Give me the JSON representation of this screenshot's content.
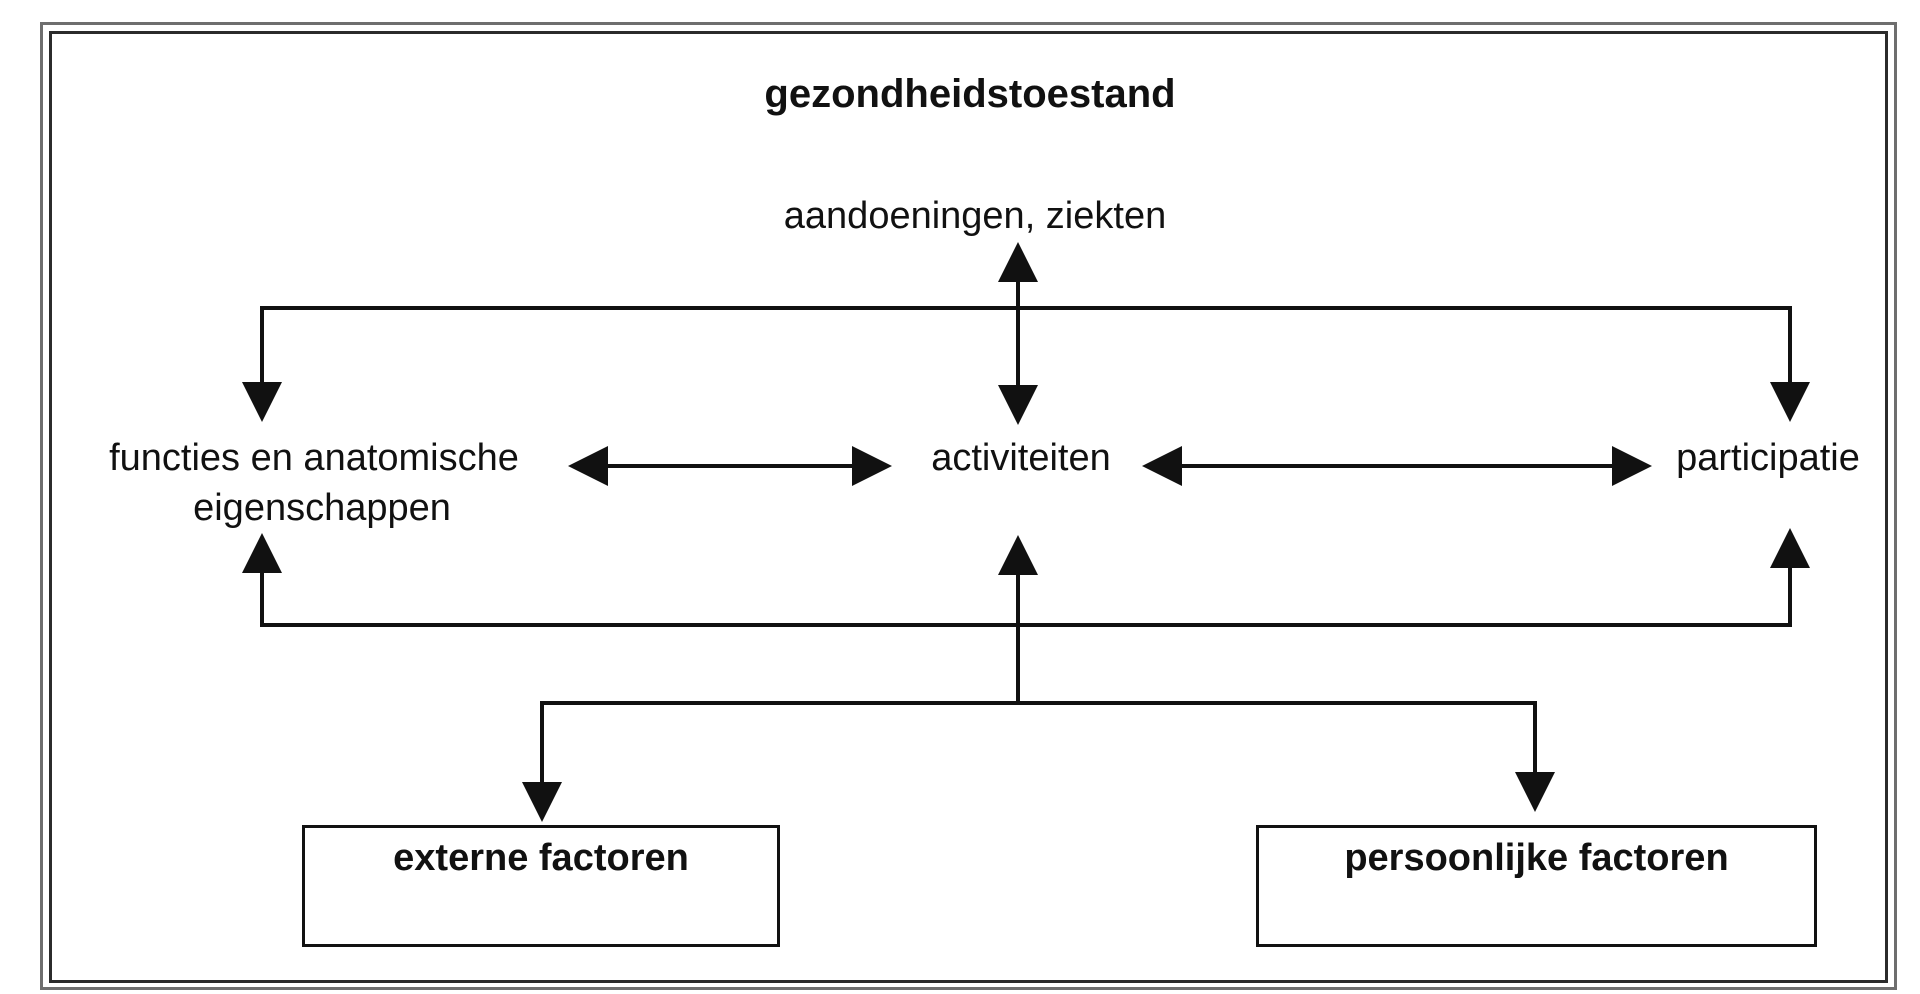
{
  "diagram": {
    "title": "gezondheidstoestand",
    "nodes": {
      "conditions": "aandoeningen, ziekten",
      "functions_line1": "functies en anatomische",
      "functions_line2": "eigenschappen",
      "activities": "activiteiten",
      "participation": "participatie",
      "external_factors": "externe factoren",
      "personal_factors": "persoonlijke factoren"
    },
    "colors": {
      "line": "#111111",
      "frame": "#2b2b2b",
      "background": "#ffffff"
    }
  }
}
